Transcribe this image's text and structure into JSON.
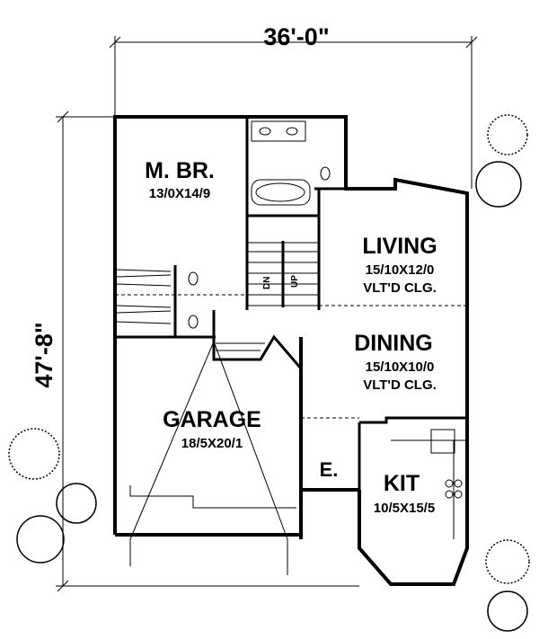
{
  "dimensions": {
    "width": "36'-0\"",
    "depth": "47'-8\""
  },
  "rooms": [
    {
      "name": "M. BR.",
      "size": "13/0X14/9"
    },
    {
      "name": "LIVING",
      "size": "15/10X12/0",
      "note": "VLT'D CLG."
    },
    {
      "name": "DINING",
      "size": "15/10X10/0",
      "note": "VLT'D CLG."
    },
    {
      "name": "GARAGE",
      "size": "18/5X20/1"
    },
    {
      "name": "KIT",
      "size": "10/5X15/5"
    },
    {
      "name": "E."
    }
  ],
  "stairs": {
    "down": "DN",
    "up": "UP"
  }
}
